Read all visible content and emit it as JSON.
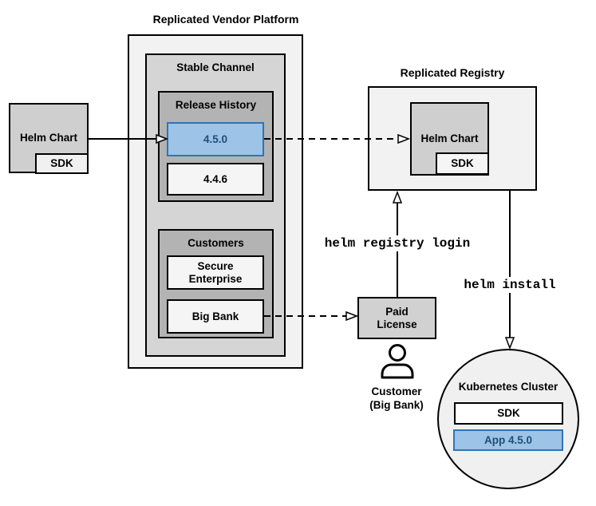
{
  "platform": {
    "title": "Replicated Vendor Platform"
  },
  "stable_channel": {
    "label": "Stable Channel"
  },
  "release_history": {
    "label": "Release History",
    "releases": [
      {
        "version": "4.5.0",
        "highlighted": true
      },
      {
        "version": "4.4.6",
        "highlighted": false
      }
    ]
  },
  "customers": {
    "label": "Customers",
    "items": [
      {
        "name": "Secure Enterprise"
      },
      {
        "name": "Big Bank"
      }
    ]
  },
  "source_chart": {
    "label": "Helm Chart",
    "sdk": "SDK"
  },
  "registry": {
    "title": "Replicated Registry",
    "chart_label": "Helm Chart",
    "sdk": "SDK"
  },
  "paid_license": {
    "label": "Paid License"
  },
  "customer": {
    "line1": "Customer",
    "line2": "(Big Bank)"
  },
  "commands": {
    "login": "helm registry login",
    "install": "helm install"
  },
  "cluster": {
    "title": "Kubernetes Cluster",
    "sdk": "SDK",
    "app": "App 4.5.0"
  },
  "colors": {
    "highlight_fill": "#9dc3e6",
    "highlight_border": "#2e75b6",
    "highlight_text": "#1f4e79",
    "outer_fill": "#f2f2f2",
    "channel_fill": "#d5d5d5",
    "group_fill": "#b3b3b3",
    "chart_fill": "#cfcfcf",
    "item_fill": "#f5f5f5"
  }
}
